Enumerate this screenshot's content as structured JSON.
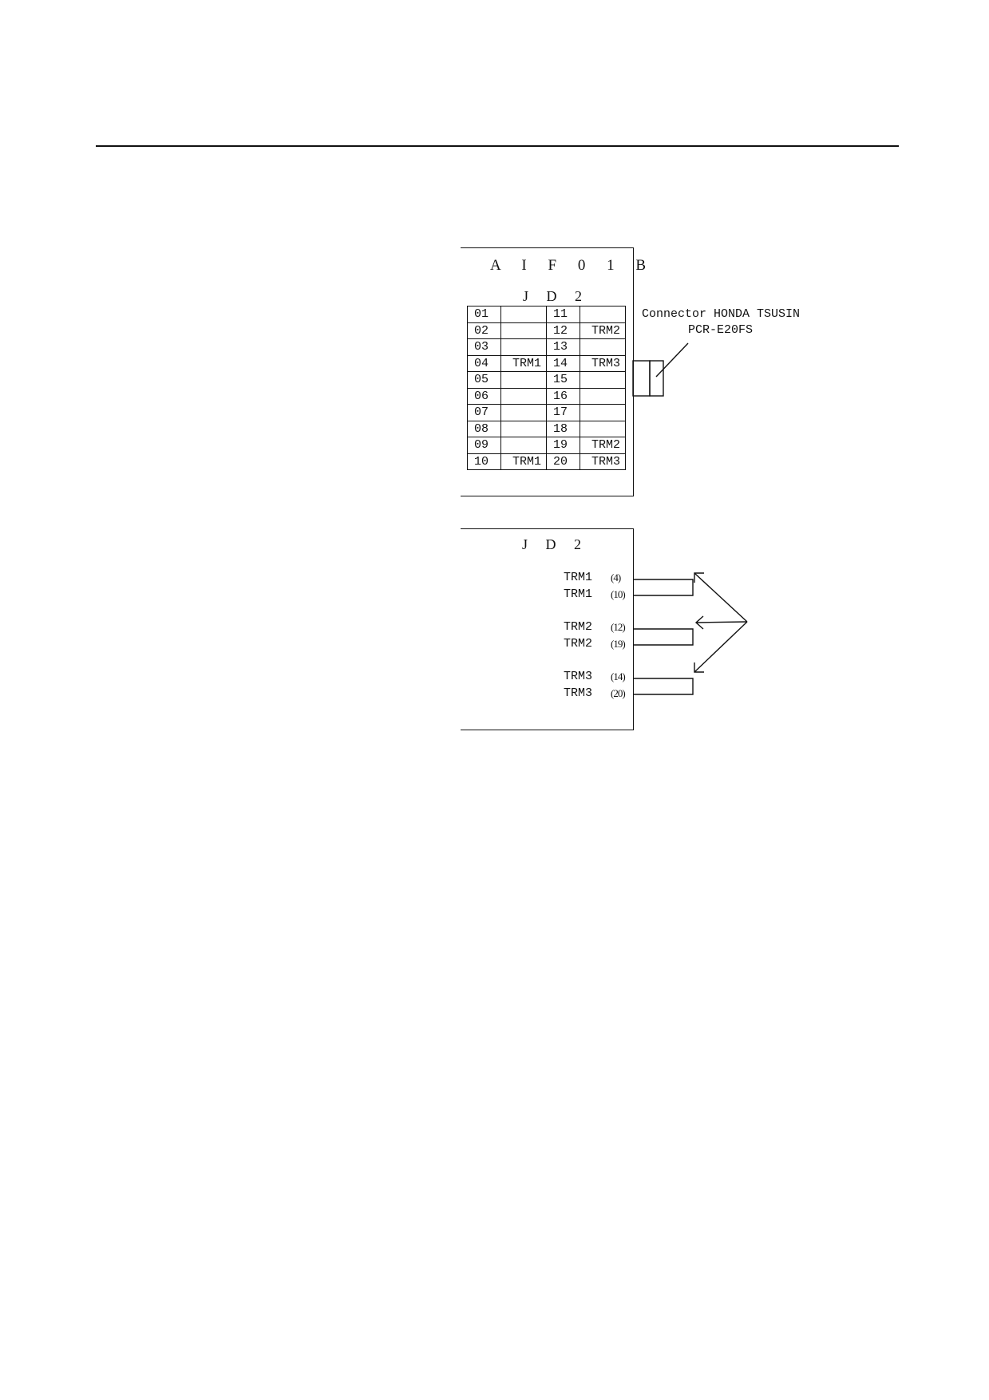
{
  "board": {
    "name": "A I F 0 1 B"
  },
  "connector_table": {
    "title": "J D 2",
    "rows": [
      {
        "pin_left": "01",
        "sig_left": "",
        "pin_right": "11",
        "sig_right": ""
      },
      {
        "pin_left": "02",
        "sig_left": "",
        "pin_right": "12",
        "sig_right": "TRM2"
      },
      {
        "pin_left": "03",
        "sig_left": "",
        "pin_right": "13",
        "sig_right": ""
      },
      {
        "pin_left": "04",
        "sig_left": "TRM1",
        "pin_right": "14",
        "sig_right": "TRM3"
      },
      {
        "pin_left": "05",
        "sig_left": "",
        "pin_right": "15",
        "sig_right": ""
      },
      {
        "pin_left": "06",
        "sig_left": "",
        "pin_right": "16",
        "sig_right": ""
      },
      {
        "pin_left": "07",
        "sig_left": "",
        "pin_right": "17",
        "sig_right": ""
      },
      {
        "pin_left": "08",
        "sig_left": "",
        "pin_right": "18",
        "sig_right": ""
      },
      {
        "pin_left": "09",
        "sig_left": "",
        "pin_right": "19",
        "sig_right": "TRM2"
      },
      {
        "pin_left": "10",
        "sig_left": "TRM1",
        "pin_right": "20",
        "sig_right": "TRM3"
      }
    ]
  },
  "connector_callout": {
    "line1": "Connector HONDA TSUSIN",
    "line2": "PCR-E20FS"
  },
  "terminator_view": {
    "title": "J D 2",
    "pins": [
      {
        "signal": "TRM1",
        "pin": "(4)"
      },
      {
        "signal": "TRM1",
        "pin": "(10)"
      },
      {
        "signal": "TRM2",
        "pin": "(12)"
      },
      {
        "signal": "TRM2",
        "pin": "(19)"
      },
      {
        "signal": "TRM3",
        "pin": "(14)"
      },
      {
        "signal": "TRM3",
        "pin": "(20)"
      }
    ]
  }
}
